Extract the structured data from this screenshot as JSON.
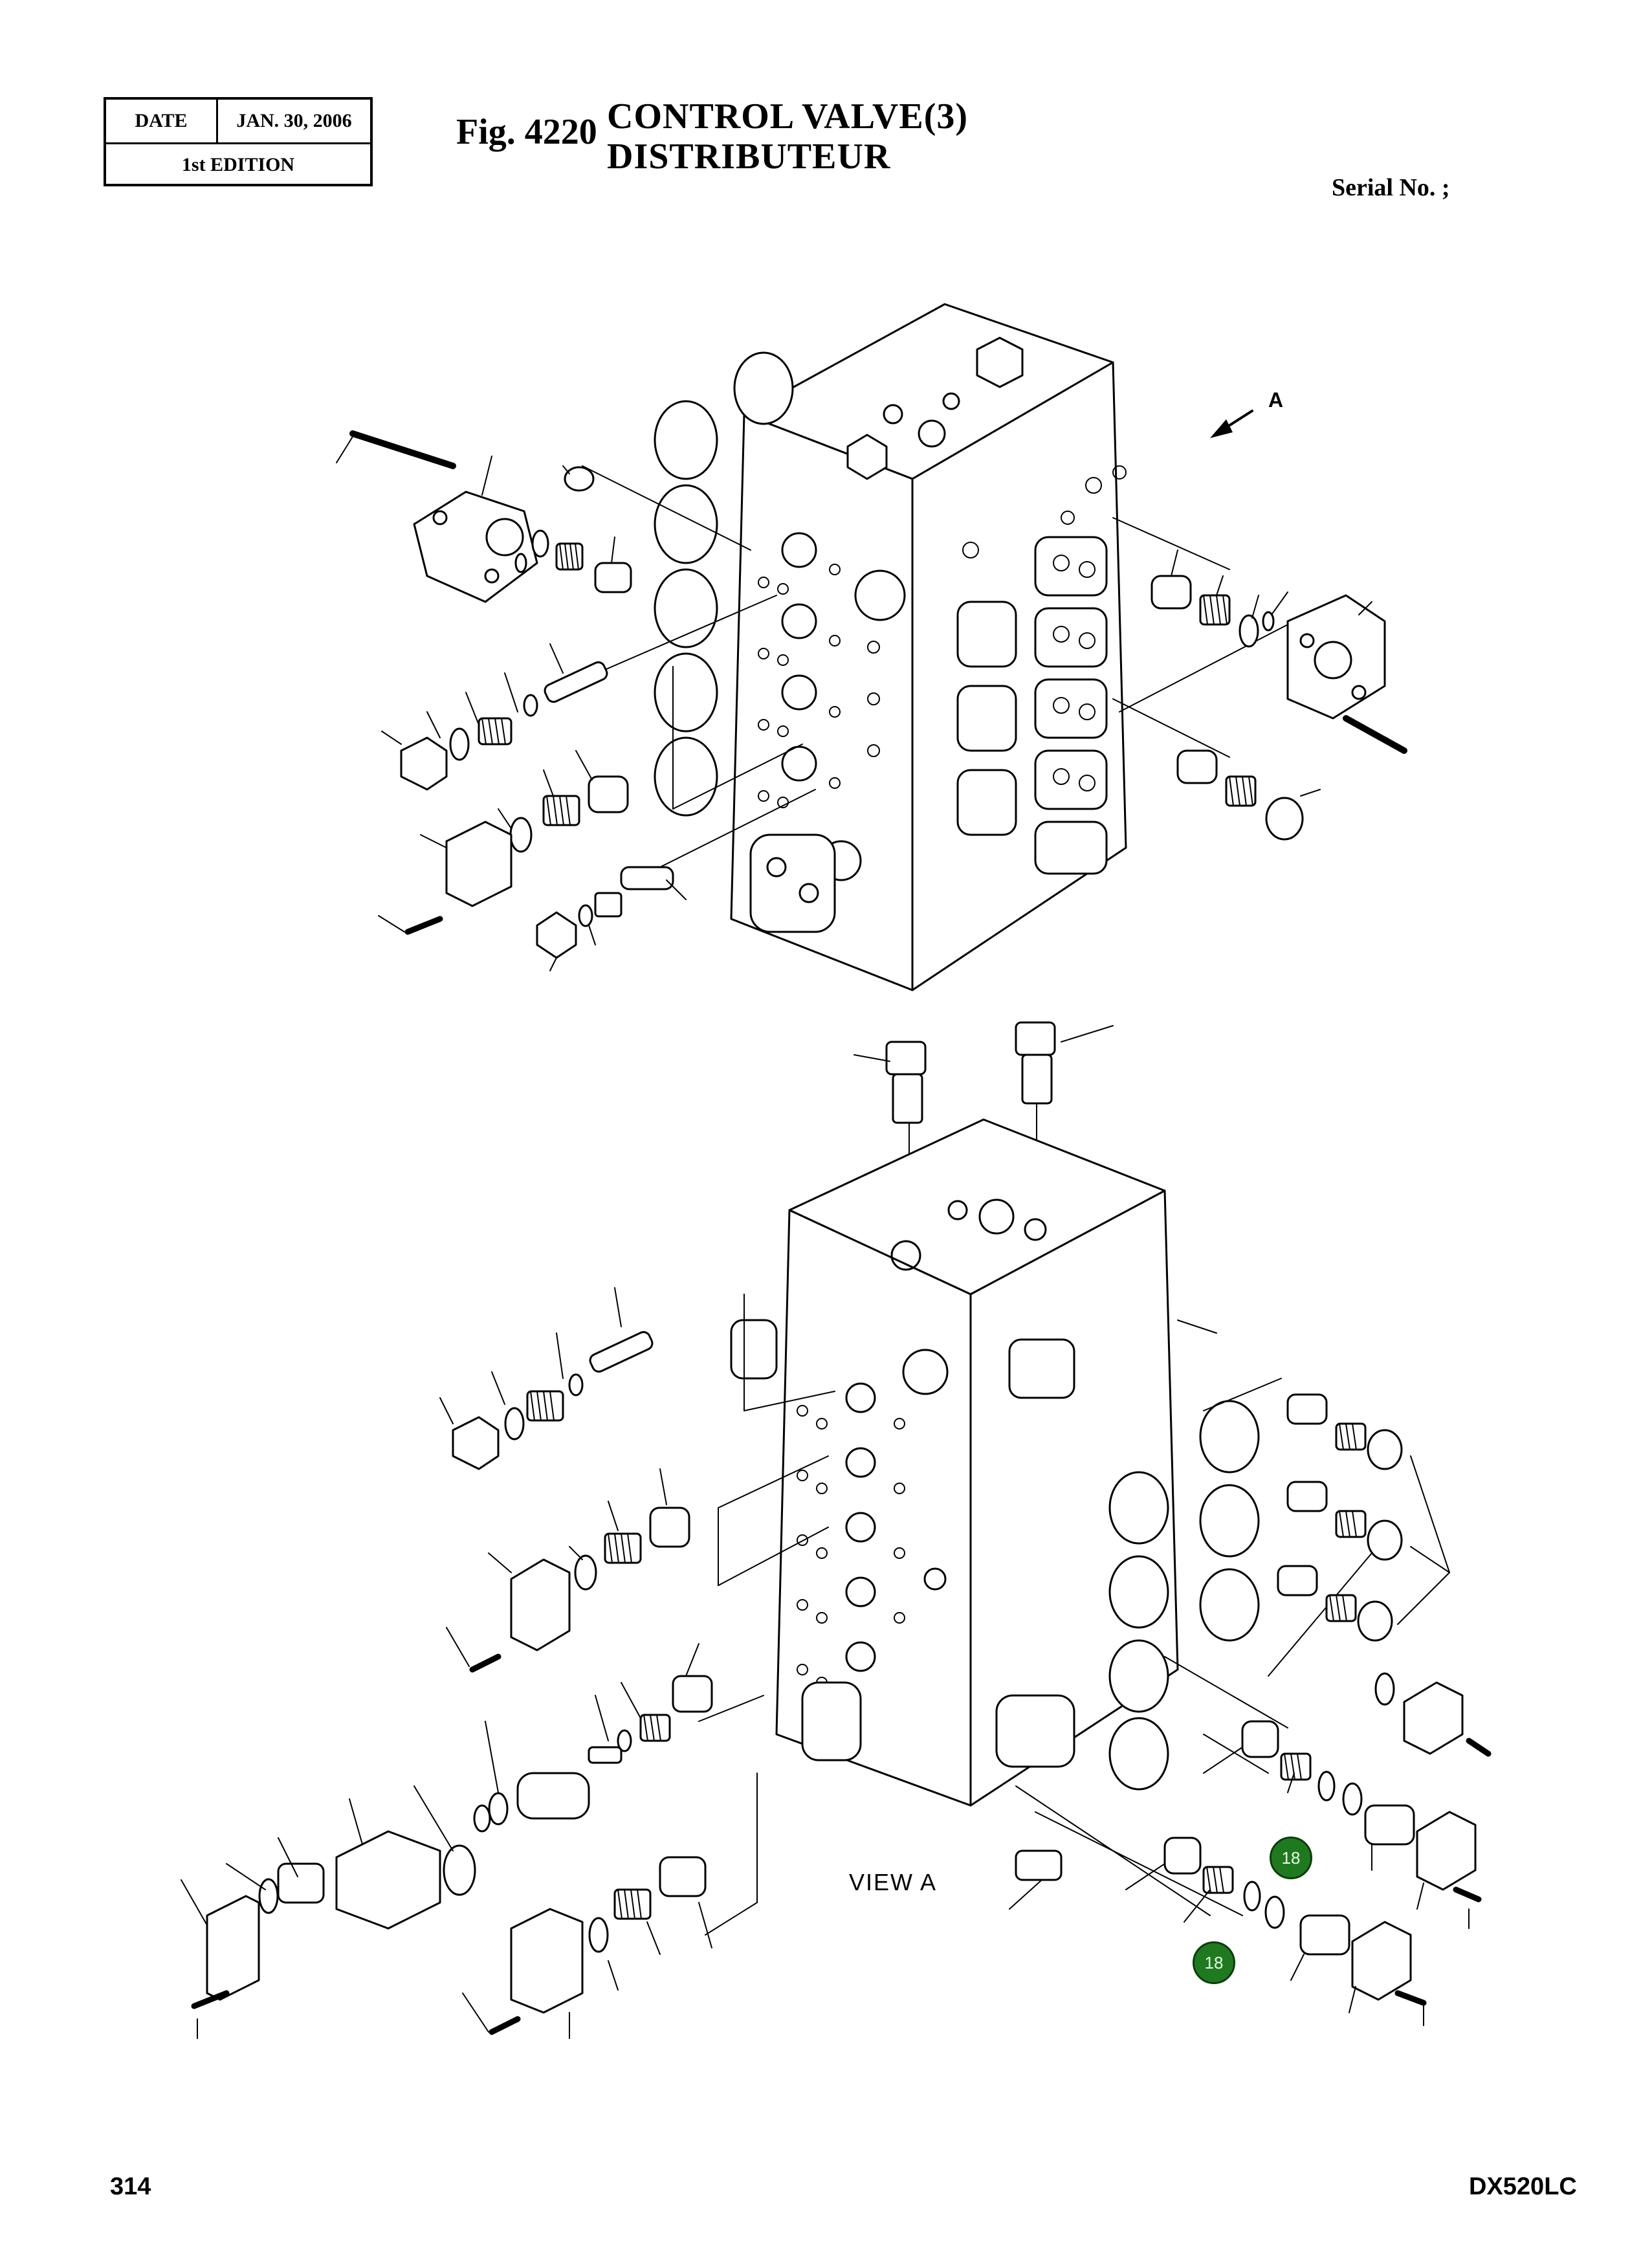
{
  "header": {
    "date_label": "DATE",
    "date_value": "JAN. 30, 2006",
    "edition": "1st EDITION",
    "fig_no": "Fig. 4220",
    "title_en": "CONTROL  VALVE(3)",
    "title_fr": "DISTRIBUTEUR",
    "serial": "Serial No. ;"
  },
  "drawing": {
    "arrow_label": "A",
    "view_label": "VIEW   A",
    "callouts": [
      "18",
      "18"
    ],
    "badge_color": "#1f7a1f"
  },
  "footer": {
    "page_number": "314",
    "model": "DX520LC"
  }
}
